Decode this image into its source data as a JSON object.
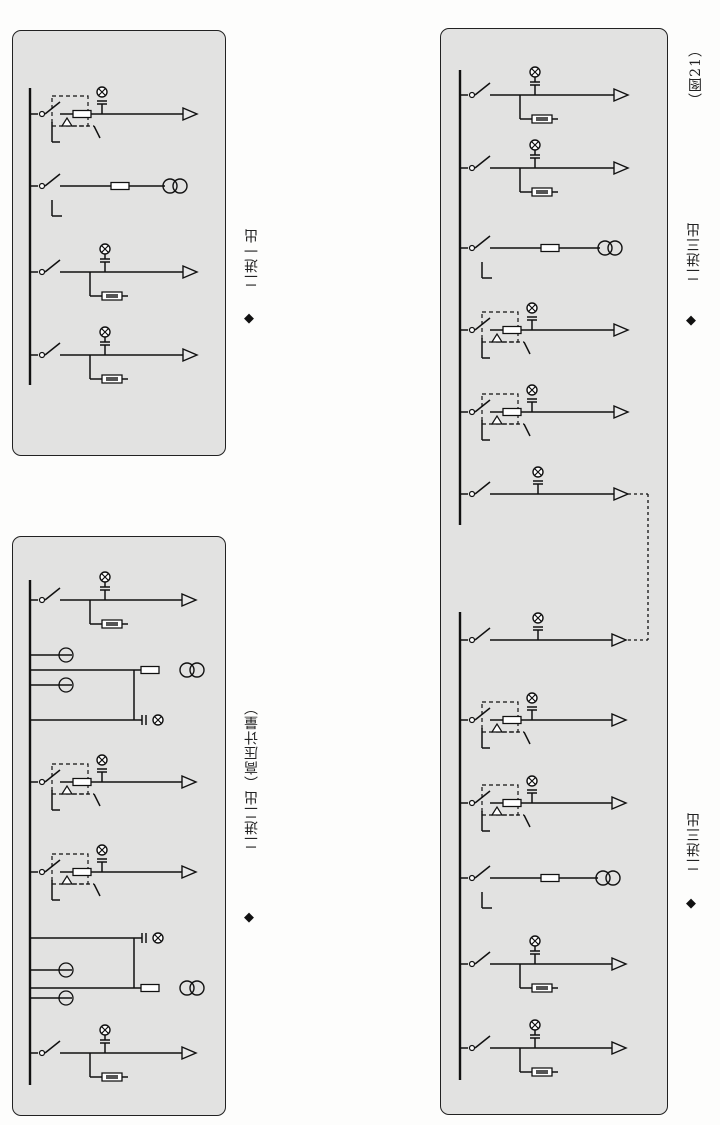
{
  "figure": {
    "number_label": "（图21）"
  },
  "diagrams": [
    {
      "id": "p1",
      "caption": "二进一出",
      "bullet": "◆"
    },
    {
      "id": "p2",
      "caption": "二进二出（高压计量）",
      "bullet": "◆"
    },
    {
      "id": "p3",
      "caption": "二进三出",
      "bullet": "◆"
    },
    {
      "id": "p4",
      "caption": "二进三出",
      "bullet": "◆"
    }
  ]
}
